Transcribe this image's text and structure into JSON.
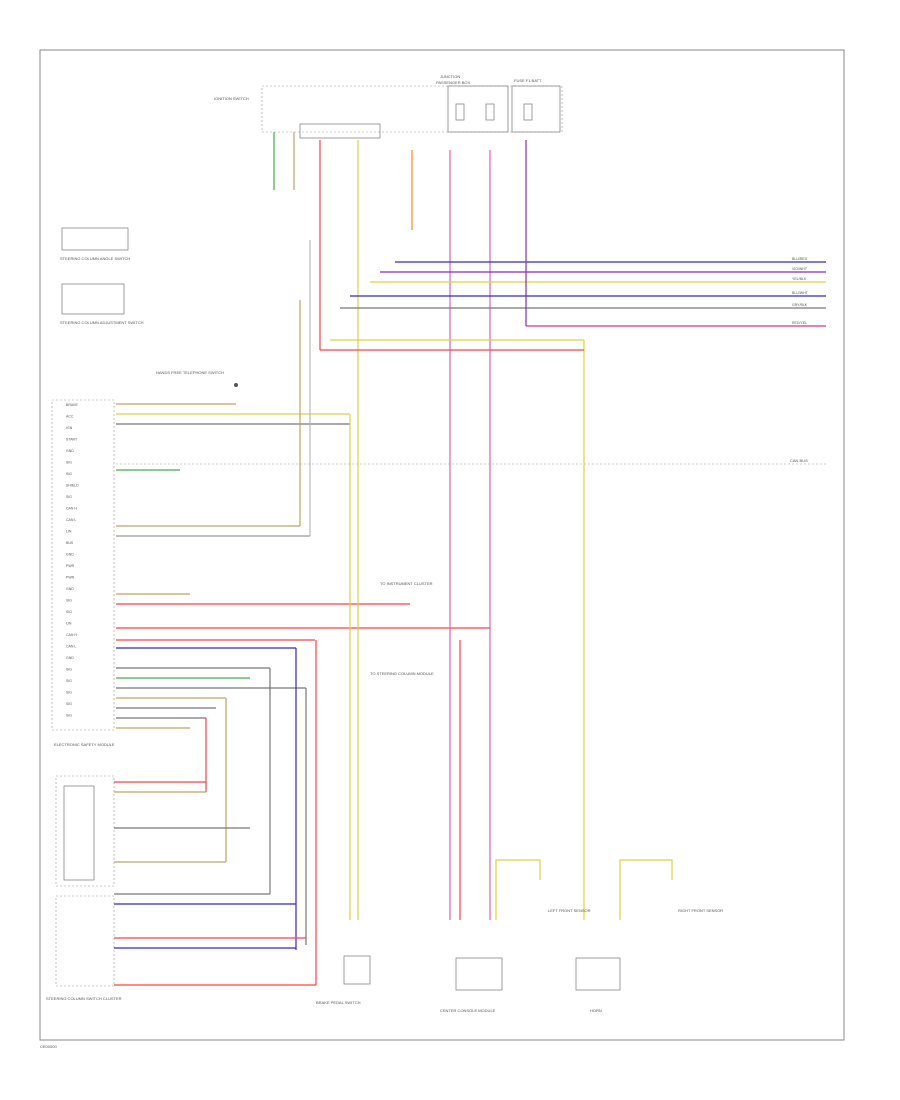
{
  "footer": {
    "code": "CE00000"
  },
  "colors": {
    "border": "#888888",
    "blue": "#2b2bcc",
    "violet": "#8a2bbd",
    "pink": "#e060c0",
    "red": "#ff4040",
    "yellow": "#e0d040",
    "green": "#40b040",
    "orange": "#ff8c1a",
    "gray": "#777777",
    "tan": "#c8a060",
    "magenta": "#cc33aa"
  },
  "components": {
    "fusebox_top": {
      "title1": "JUNCTION",
      "title2": "PASSENGER BOX",
      "label": "FUSE F1 BATT"
    },
    "ignition_switch": {
      "label": "IGNITION SWITCH"
    },
    "steering_lock_a": {
      "label": "STEERING COLUMN ANGLE SWITCH"
    },
    "steering_lock_b": {
      "label": "STEERING COLUMN ADJUSTMENT SWITCH"
    },
    "electronic_module": {
      "label": "ELECTRONIC SAFETY MODULE"
    },
    "steering_column_switch": {
      "label": "STEERING COLUMN SWITCH CLUSTER"
    },
    "hands_free": {
      "label": "HANDS FREE TELEPHONE SWITCH"
    },
    "brake_switch": {
      "label": "BRAKE PEDAL SWITCH"
    },
    "left_sensor": {
      "label": "LEFT FRONT SENSOR"
    },
    "right_sensor": {
      "label": "RIGHT FRONT SENSOR"
    },
    "center_module": {
      "label": "CENTER CONSOLE MODULE"
    },
    "horn": {
      "label": "HORN"
    }
  },
  "left_pins": [
    "BRAKE",
    "ACC",
    "IGN",
    "START",
    "GND",
    "SIG",
    "SIG",
    "SHIELD",
    "SIG",
    "CAN H",
    "CAN L",
    "LIN",
    "BUS",
    "GND",
    "PWR",
    "PWR",
    "GND",
    "SIG",
    "SIG",
    "LIN",
    "CAN H",
    "CAN L",
    "GND",
    "SIG",
    "SIG",
    "SIG",
    "SIG",
    "SIG"
  ],
  "right_wires": [
    "BLU/RED",
    "VIO/WHT",
    "YEL/BLK",
    "BLU/WHT",
    "GRY/BLK",
    "RED/YEL"
  ],
  "right_mid_label": "CAN BUS",
  "notes": {
    "n1": "TO INSTRUMENT CLUSTER",
    "n2": "TO STEERING COLUMN MODULE"
  }
}
